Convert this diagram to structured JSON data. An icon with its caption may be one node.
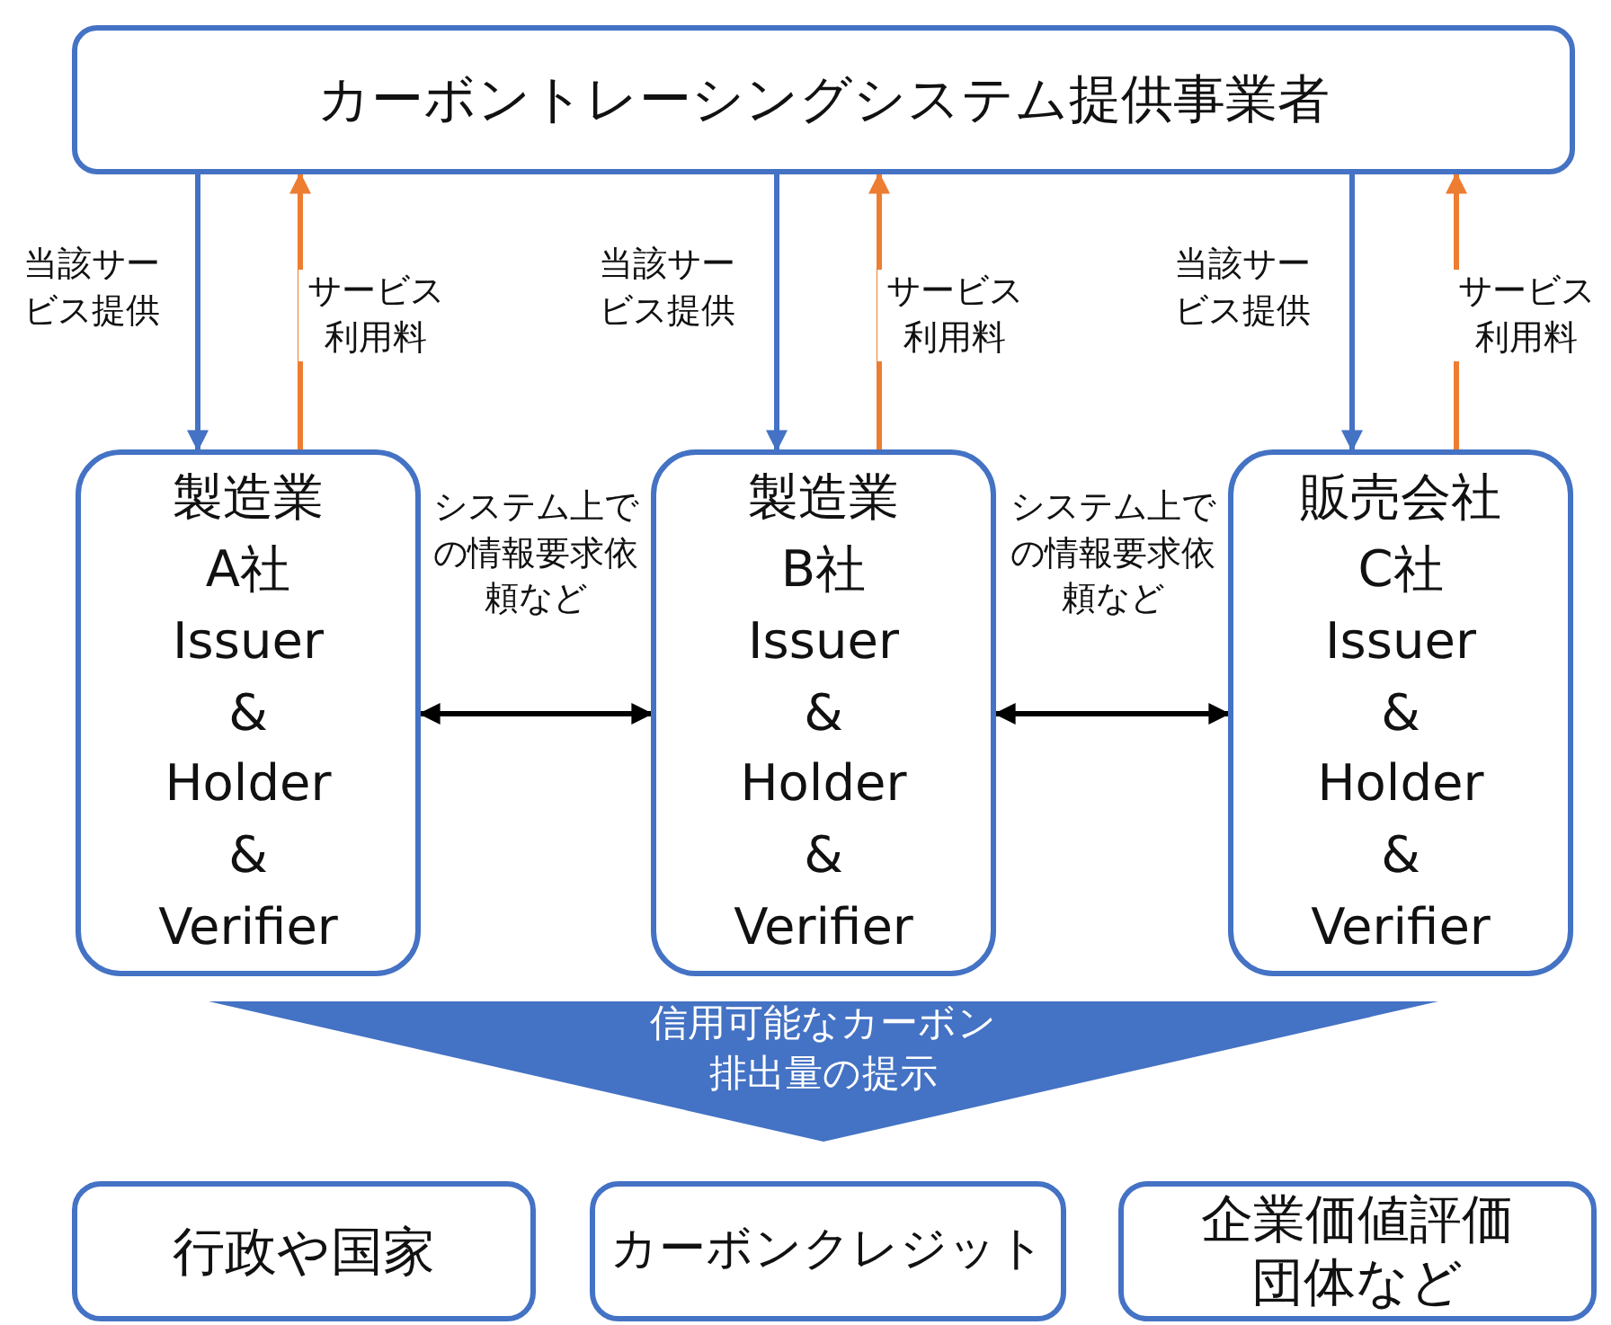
{
  "diagram": {
    "nodes": [
      {
        "text": [
          "カーボントレーシングシステム提供事業者"
        ]
      },
      {
        "text": [
          "製造業",
          "A社",
          "Issuer",
          "&",
          "Holder",
          "&",
          "Verifier"
        ]
      },
      {
        "text": [
          "製造業",
          "B社",
          "Issuer",
          "&",
          "Holder",
          "&",
          "Verifier"
        ]
      },
      {
        "text": [
          "販売会社",
          "C社",
          "Issuer",
          "&",
          "Holder",
          "&",
          "Verifier"
        ]
      },
      {
        "text": [
          "信用可能なカーボン排出量の提示"
        ]
      },
      {
        "text": [
          "行政や国家"
        ]
      },
      {
        "text": [
          "カーボンクレジット"
        ]
      },
      {
        "text": [
          "企業価値評価団体など"
        ]
      }
    ],
    "edges": [
      {
        "from": 0,
        "to": 1,
        "arrow": "to",
        "label": "当該サービス提供"
      },
      {
        "from": 1,
        "to": 0,
        "arrow": "to",
        "label": "サービス利用料",
        "color": "#ed7d31"
      },
      {
        "from": 0,
        "to": 2,
        "arrow": "to",
        "label": "当該サービス提供"
      },
      {
        "from": 2,
        "to": 0,
        "arrow": "to",
        "label": "サービス利用料",
        "color": "#ed7d31"
      },
      {
        "from": 0,
        "to": 3,
        "arrow": "to",
        "label": "当該サービス提供"
      },
      {
        "from": 3,
        "to": 0,
        "arrow": "to",
        "label": "サービス利用料",
        "color": "#ed7d31"
      },
      {
        "from": 1,
        "to": 2,
        "arrow": "both",
        "label": "システム上での情報要求依頼など",
        "color": "#000000"
      },
      {
        "from": 2,
        "to": 3,
        "arrow": "both",
        "label": "システム上での情報要求依頼など",
        "color": "#000000"
      }
    ]
  }
}
